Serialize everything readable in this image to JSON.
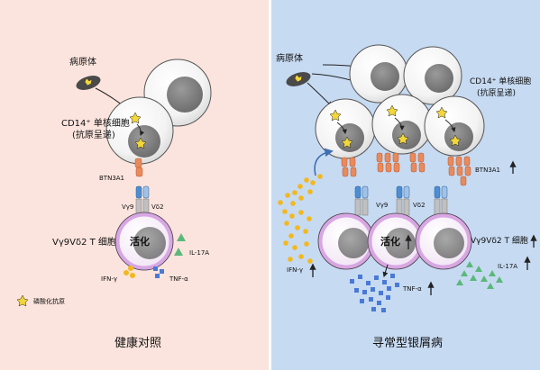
{
  "colors": {
    "left_bg": "#fbe4dd",
    "right_bg": "#c6daf2",
    "receptor_orange": "#e98a5d",
    "tcr_blue": "#4c8ed4",
    "cytokine_yellow": "#f3b81c",
    "tnf_blue": "#4a79d6",
    "il17_green": "#5cb87a",
    "t_cell_ring": "#d8a7e3"
  },
  "left": {
    "pathogen_label": "病原体",
    "monocyte_label_1": "CD14⁺ 单核细胞",
    "monocyte_label_2": "(抗原呈递)",
    "btn_label": "BTN3A1",
    "vg9_label": "Vγ9",
    "vd2_label": "Vδ2",
    "t_cell_label": "Vγ9Vδ2 T 细胞",
    "activation_label": "活化",
    "il17_label": "IL-17A",
    "ifng_label": "IFN-γ",
    "tnfa_label": "TNF-α",
    "legend_label": "磷酸化抗原",
    "panel_title": "健康对照"
  },
  "right": {
    "pathogen_label": "病原体",
    "monocyte_label_1": "CD14⁺ 单核细胞",
    "monocyte_label_2": "(抗原呈递)",
    "btn_label": "BTN3A1",
    "vg9_label": "Vγ9",
    "vd2_label": "Vδ2",
    "t_cell_label": "Vγ9Vδ2 T 细胞",
    "activation_label": "活化",
    "il17_label": "IL-17A",
    "ifng_label": "IFN-γ",
    "tnfa_label": "TNF-α",
    "panel_title": "寻常型银屑病"
  }
}
